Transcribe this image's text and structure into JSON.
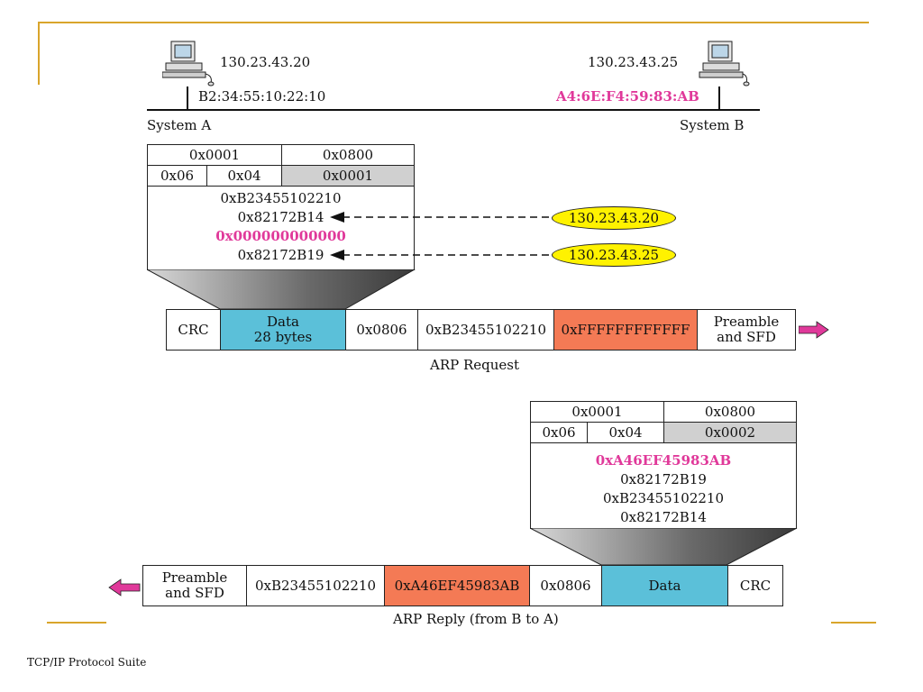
{
  "systems": {
    "a": {
      "ip": "130.23.43.20",
      "mac": "B2:34:55:10:22:10",
      "label": "System A"
    },
    "b": {
      "ip": "130.23.43.25",
      "mac": "A4:6E:F4:59:83:AB",
      "label": "System B"
    }
  },
  "request_packet": {
    "hw_type": "0x0001",
    "proto_type": "0x0800",
    "hw_len": "0x06",
    "proto_len": "0x04",
    "operation": "0x0001",
    "sender_hw": "0xB23455102210",
    "sender_proto": "0x82172B14",
    "target_hw": "0x000000000000",
    "target_proto": "0x82172B19",
    "ovals": [
      "130.23.43.20",
      "130.23.43.25"
    ]
  },
  "request_frame": {
    "crc": "CRC",
    "data_line1": "Data",
    "data_line2": "28 bytes",
    "type": "0x0806",
    "src": "0xB23455102210",
    "dst": "0xFFFFFFFFFFFF",
    "preamble_line1": "Preamble",
    "preamble_line2": "and SFD",
    "caption": "ARP Request"
  },
  "reply_packet": {
    "hw_type": "0x0001",
    "proto_type": "0x0800",
    "hw_len": "0x06",
    "proto_len": "0x04",
    "operation": "0x0002",
    "sender_hw": "0xA46EF45983AB",
    "sender_proto": "0x82172B19",
    "target_hw": "0xB23455102210",
    "target_proto": "0x82172B14"
  },
  "reply_frame": {
    "preamble_line1": "Preamble",
    "preamble_line2": "and SFD",
    "dst": "0xB23455102210",
    "src": "0xA46EF45983AB",
    "type": "0x0806",
    "data": "Data",
    "crc": "CRC",
    "caption": "ARP Reply  (from B to A)"
  },
  "footer": "TCP/IP Protocol Suite",
  "colors": {
    "accent_gold": "#d9a52b",
    "highlight_pink": "#e0399a",
    "data_blue": "#5bc0d9",
    "addr_orange": "#f47a55",
    "oval_yellow": "#fff200"
  }
}
